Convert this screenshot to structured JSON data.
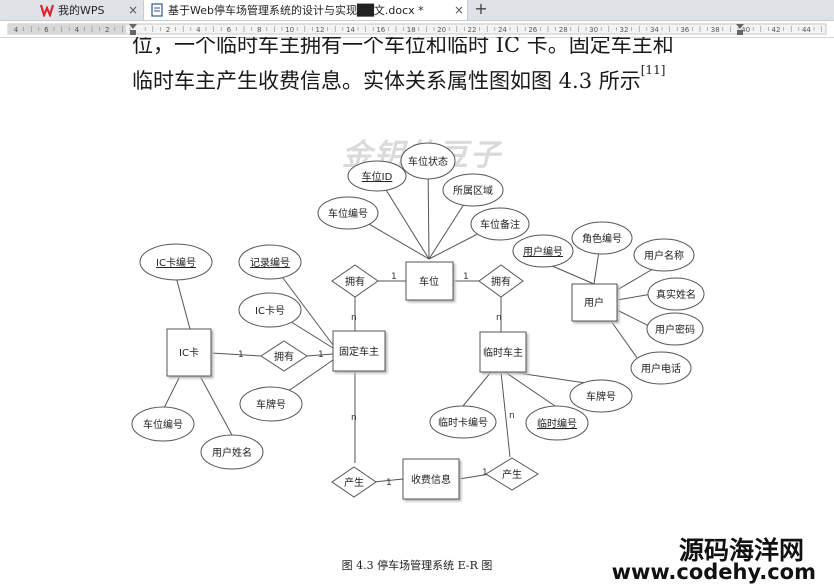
{
  "tabs": {
    "wps_label": "我的WPS",
    "doc_label": "基于Web停车场管理系统的设计与实现██文.docx *",
    "close_glyph": "×",
    "new_tab_glyph": "+"
  },
  "ruler": {
    "numbers": [
      "4",
      "6",
      "4",
      "2",
      "",
      "2",
      "4",
      "6",
      "8",
      "10",
      "12",
      "14",
      "16",
      "18",
      "20",
      "22",
      "24",
      "26",
      "28",
      "30",
      "32",
      "34",
      "36",
      "38",
      "40",
      "42",
      "44"
    ]
  },
  "document": {
    "line1": "位，一个临时车主拥有一个车位和临时 IC 卡。固定车主和",
    "line2": "临时车主产生收费信息。实体关系属性图如图 4.3 所示",
    "line2_ref": "[11]",
    "caption": "图 4.3 停车场管理系统 E-R 图"
  },
  "diagram": {
    "entities": {
      "parking": "车位",
      "fixed_owner": "固定车主",
      "temp_owner": "临时车主",
      "ic_card": "IC卡",
      "fee": "收费信息",
      "user": "用户"
    },
    "relations": {
      "own1": "拥有",
      "own2": "拥有",
      "own3": "拥有",
      "produce1": "产生",
      "produce2": "产生"
    },
    "attributes": {
      "parking_id": "车位ID",
      "parking_status": "车位状态",
      "parking_no": "车位编号",
      "area": "所属区域",
      "parking_note": "车位备注",
      "user_no": "用户编号",
      "role_no": "角色编号",
      "user_name": "用户名称",
      "real_name": "真实姓名",
      "user_pwd": "用户密码",
      "user_phone": "用户电话",
      "ic_no": "IC卡编号",
      "record_no": "记录编号",
      "ic_card": "IC卡号",
      "plate_fixed": "车牌号",
      "ic_parking_no": "车位编号",
      "ic_user_name": "用户姓名",
      "temp_card_no": "临时卡编号",
      "temp_no": "临时编号",
      "plate_temp": "车牌号"
    },
    "cardinality": {
      "one": "1",
      "n": "n"
    }
  },
  "watermarks": {
    "center": "金钥的豆子",
    "site_name": "源码海洋网",
    "site_url": "www.codehy.com"
  },
  "colors": {
    "tabbar": "#dfe3e8",
    "wps_red": "#d9262c",
    "doc_blue": "#2b5797",
    "line": "#555555",
    "shape_fill": "#ffffff"
  }
}
